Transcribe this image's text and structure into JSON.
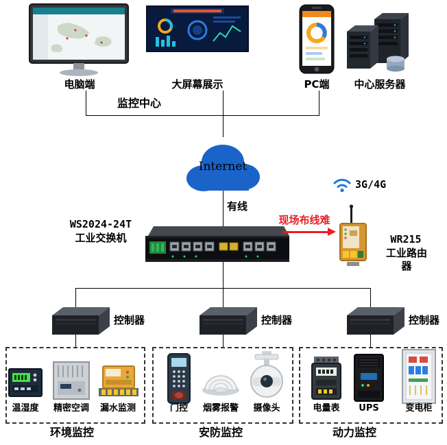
{
  "monitoring_center": {
    "label": "监控中心",
    "devices": [
      {
        "label": "电脑端"
      },
      {
        "label": "大屏幕展示"
      },
      {
        "label": "PC端"
      },
      {
        "label": "中心服务器"
      }
    ]
  },
  "network": {
    "internet_label": "Internet",
    "wired_label": "有线",
    "switch": {
      "model": "WS2024-24T",
      "type": "工业交换机"
    },
    "wiring_note": "现场布线难",
    "cellular_label": "3G/4G",
    "router": {
      "model": "WR215",
      "type": "工业路由器"
    }
  },
  "controller_label": "控制器",
  "zones": [
    {
      "title": "环境监控",
      "devices": [
        "温湿度",
        "精密空调",
        "漏水监测"
      ]
    },
    {
      "title": "安防监控",
      "devices": [
        "门控",
        "烟雾报警",
        "摄像头"
      ]
    },
    {
      "title": "动力监控",
      "devices": [
        "电量表",
        "UPS",
        "变电柜"
      ]
    }
  ],
  "colors": {
    "internet_cloud": "#1a63c8",
    "alert_red": "#ed1c24",
    "wifi_blue": "#1f7ad6"
  }
}
